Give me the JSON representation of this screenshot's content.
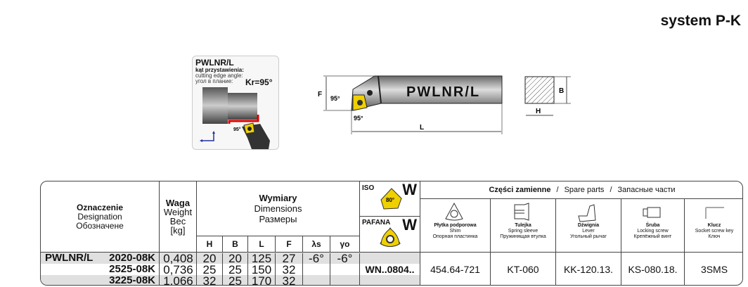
{
  "system_title": "system P-K",
  "card": {
    "code": "PWLNR/L",
    "label_pl": "kąt przystawienia:",
    "label_en": "cutting edge angle:",
    "label_ru": "угол в плание:",
    "kr": "Kr=95°",
    "angle": "95°"
  },
  "drawing": {
    "tool_label": "PWLNR/L",
    "dim_f": "F",
    "dim_l": "L",
    "dim_b": "B",
    "dim_h": "H",
    "angle1": "95°",
    "angle2": "95°"
  },
  "table": {
    "designation": {
      "pl": "Oznaczenie",
      "en": "Designation",
      "ru": "Обозначене"
    },
    "weight": {
      "pl": "Waga",
      "en": "Weight",
      "ru": "Вес",
      "unit": "[kg]"
    },
    "dimensions": {
      "pl": "Wymiary",
      "en": "Dimensions",
      "ru": "Размеры"
    },
    "cols": [
      "H",
      "B",
      "L",
      "F",
      "λs",
      "γo"
    ],
    "iso_label": "ISO",
    "iso_letter": "W",
    "iso_angle": "80°",
    "pafana_label": "PAFANA",
    "pafana_letter": "W",
    "insert": "WN..0804..",
    "prefix": "PWLNR/L",
    "rows": [
      {
        "code": "2020-08K",
        "weight": "0,408",
        "H": "20",
        "B": "20",
        "L": "125",
        "F": "27",
        "ls": "-6°",
        "go": "-6°"
      },
      {
        "code": "2525-08K",
        "weight": "0,736",
        "H": "25",
        "B": "25",
        "L": "150",
        "F": "32",
        "ls": "",
        "go": ""
      },
      {
        "code": "3225-08K",
        "weight": "1,066",
        "H": "32",
        "B": "25",
        "L": "170",
        "F": "32",
        "ls": "",
        "go": ""
      }
    ]
  },
  "spare": {
    "header_pl": "Części zamienne",
    "sep": "/",
    "header_en": "Spare parts",
    "header_ru": "Запасные части",
    "parts": [
      {
        "pl": "Płytka podporowa",
        "en": "Shim",
        "ru": "Опорная пластинка",
        "value": "454.64-721"
      },
      {
        "pl": "Tulejka",
        "en": "Spring sleeve",
        "ru": "Пружинящая втулка",
        "value": "KT-060"
      },
      {
        "pl": "Dźwignia",
        "en": "Lever",
        "ru": "Угольный рычаг",
        "value": "KK-120.13."
      },
      {
        "pl": "Śruba",
        "en": "Locking screw",
        "ru": "Крепёжный винт",
        "value": "KS-080.18."
      },
      {
        "pl": "Klucz",
        "en": "Socket screw key",
        "ru": "Ключ",
        "value": "3SMS"
      }
    ]
  }
}
